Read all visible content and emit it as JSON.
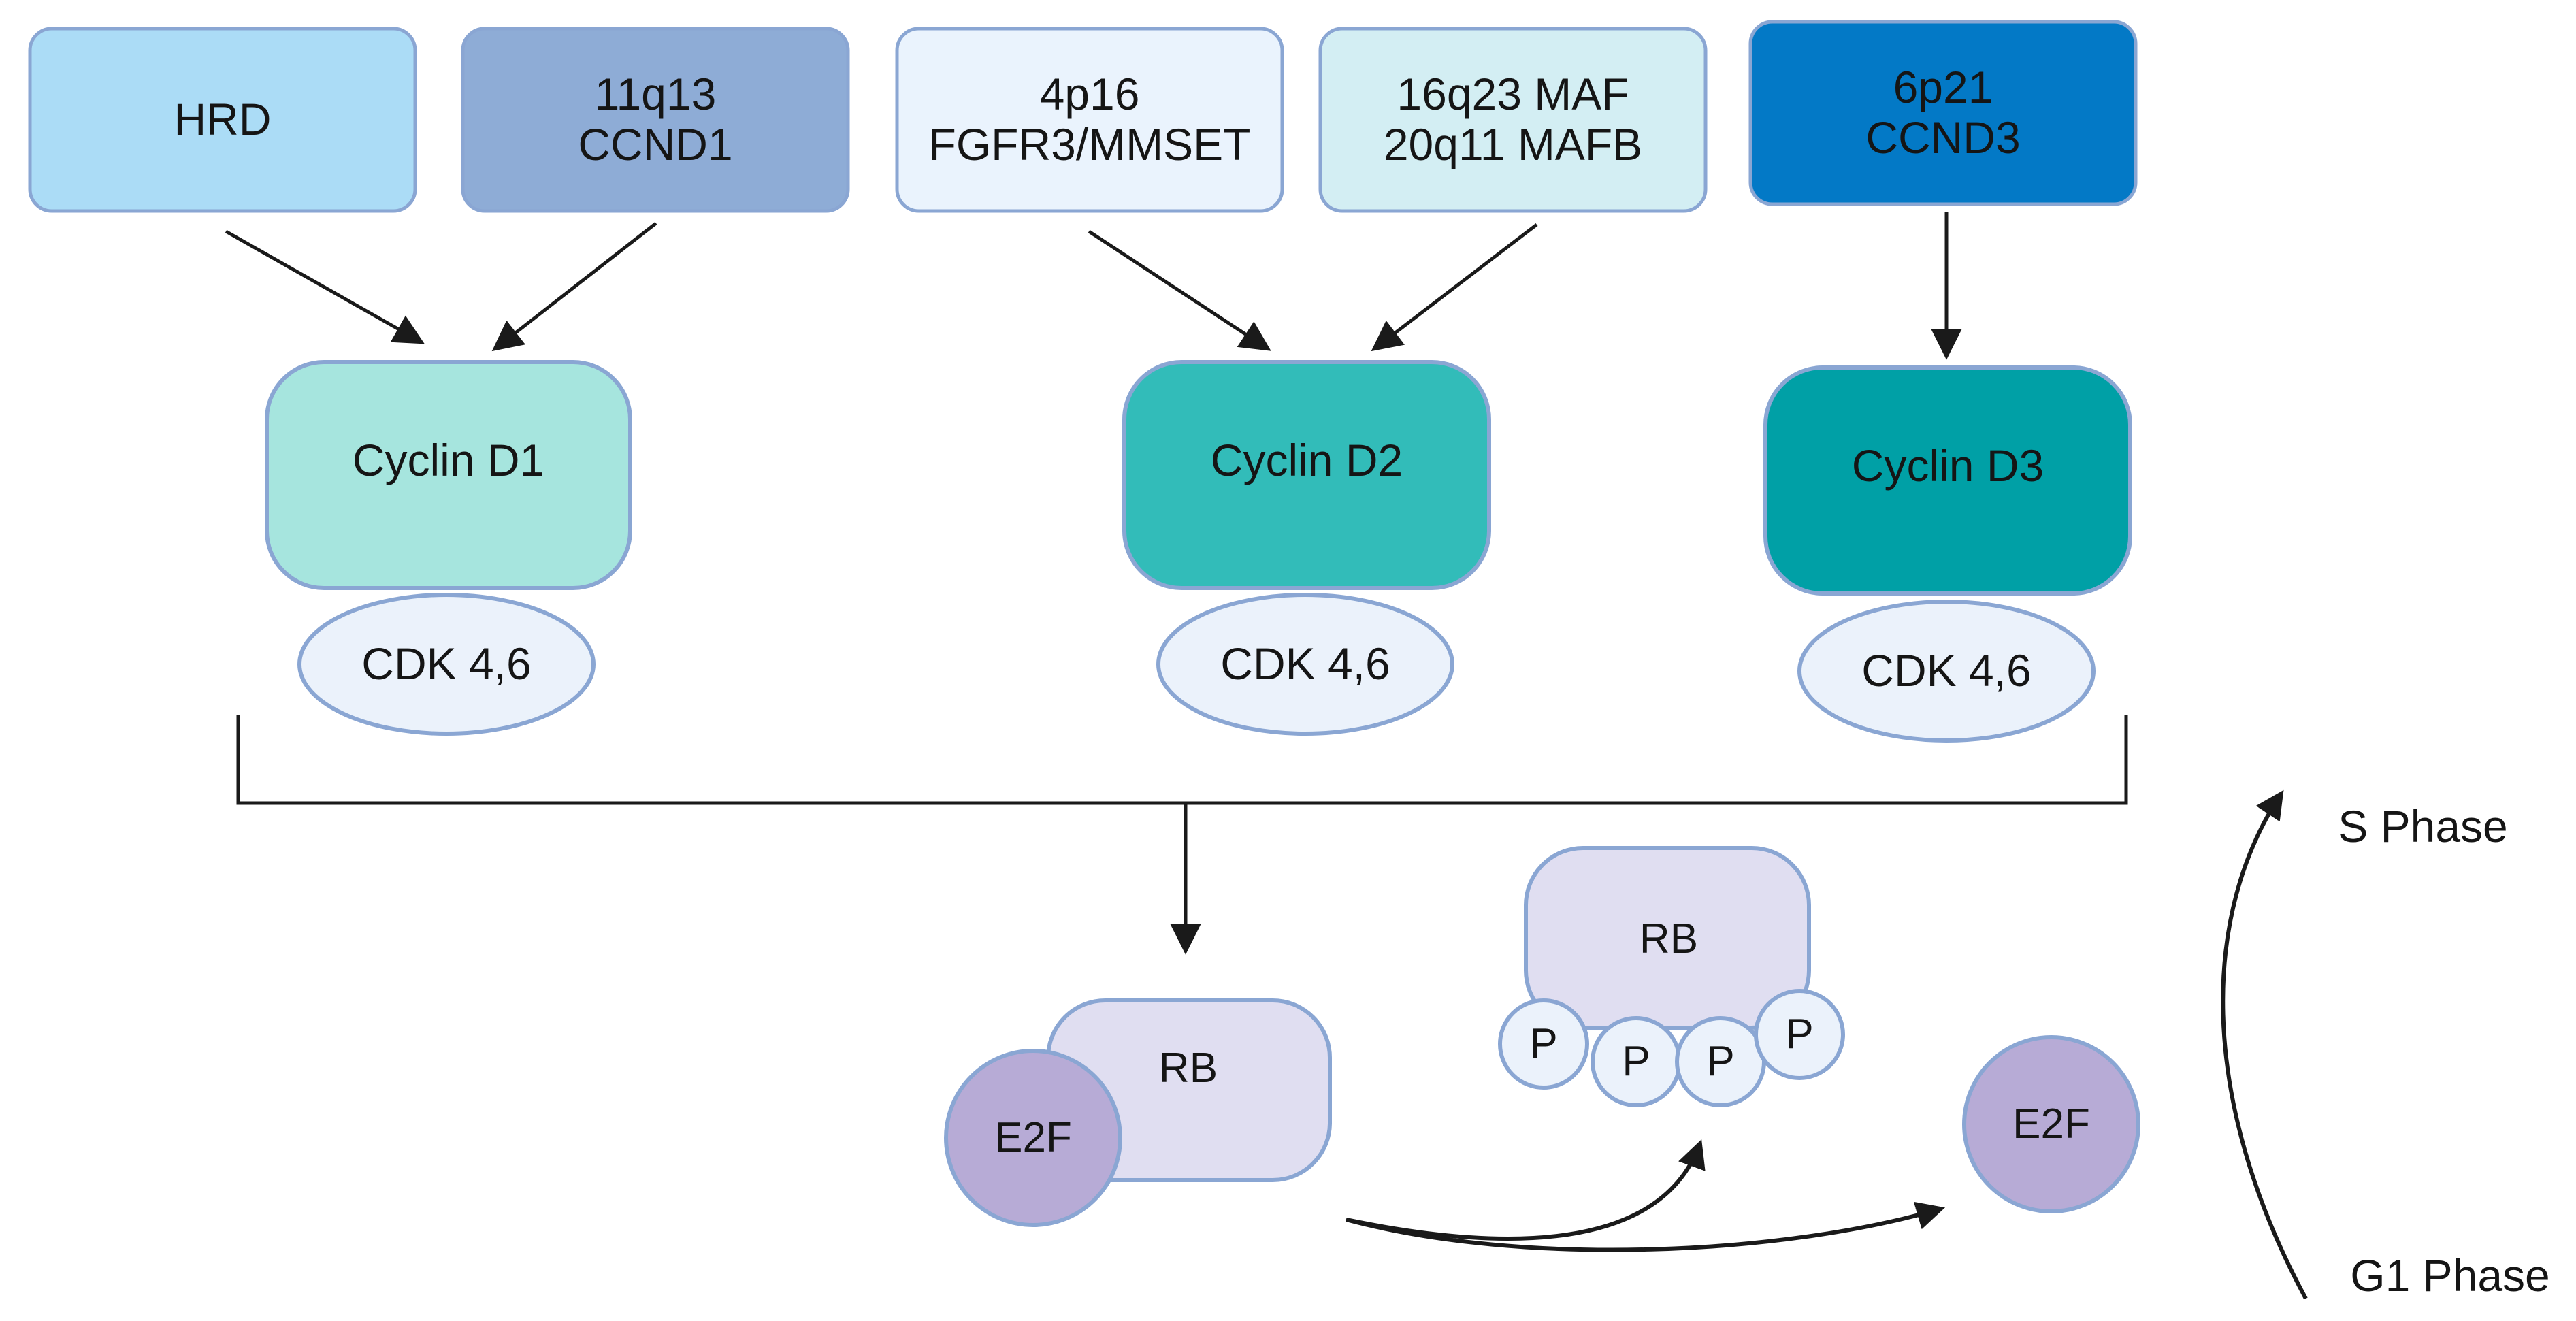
{
  "top_boxes": {
    "hrd": {
      "line1": "HRD",
      "color": "#abdcf6"
    },
    "ccnd1": {
      "line1": "11q13",
      "line2": "CCND1",
      "color": "#8eacd6"
    },
    "fgfr3": {
      "line1": "4p16",
      "line2": "FGFR3/MMSET",
      "color": "#eaf3fd"
    },
    "maf": {
      "line1": "16q23 MAF",
      "line2": "20q11 MAFB",
      "color": "#d3eef3"
    },
    "ccnd3": {
      "line1": "6p21",
      "line2": "CCND3",
      "color": "#0379c6"
    }
  },
  "cyclins": {
    "d1": {
      "label": "Cyclin D1",
      "color": "#a6e5de"
    },
    "d2": {
      "label": "Cyclin D2",
      "color": "#32bcb9"
    },
    "d3": {
      "label": "Cyclin D3",
      "color": "#00a0a6"
    }
  },
  "cdk": {
    "label": "CDK 4,6",
    "color": "#ebf2fb"
  },
  "rb_label": "RB",
  "e2f_label": "E2F",
  "p_label": "P",
  "phases": {
    "s": "S Phase",
    "g1": "G1 Phase"
  },
  "colors": {
    "stroke": "#8aa6d3",
    "rb_fill": "#e0def1",
    "e2f_fill": "#b7abd6",
    "arrow": "#1a1a1a"
  }
}
